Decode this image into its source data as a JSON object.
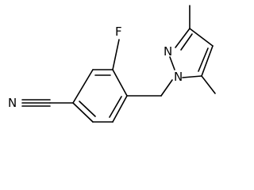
{
  "atoms": {
    "nitrogen_nitrile": "N",
    "fluorine": "F",
    "nitrogen_n2": "N",
    "nitrogen_n1": "N"
  },
  "colors": {
    "line": "#000000",
    "background": "#ffffff"
  }
}
